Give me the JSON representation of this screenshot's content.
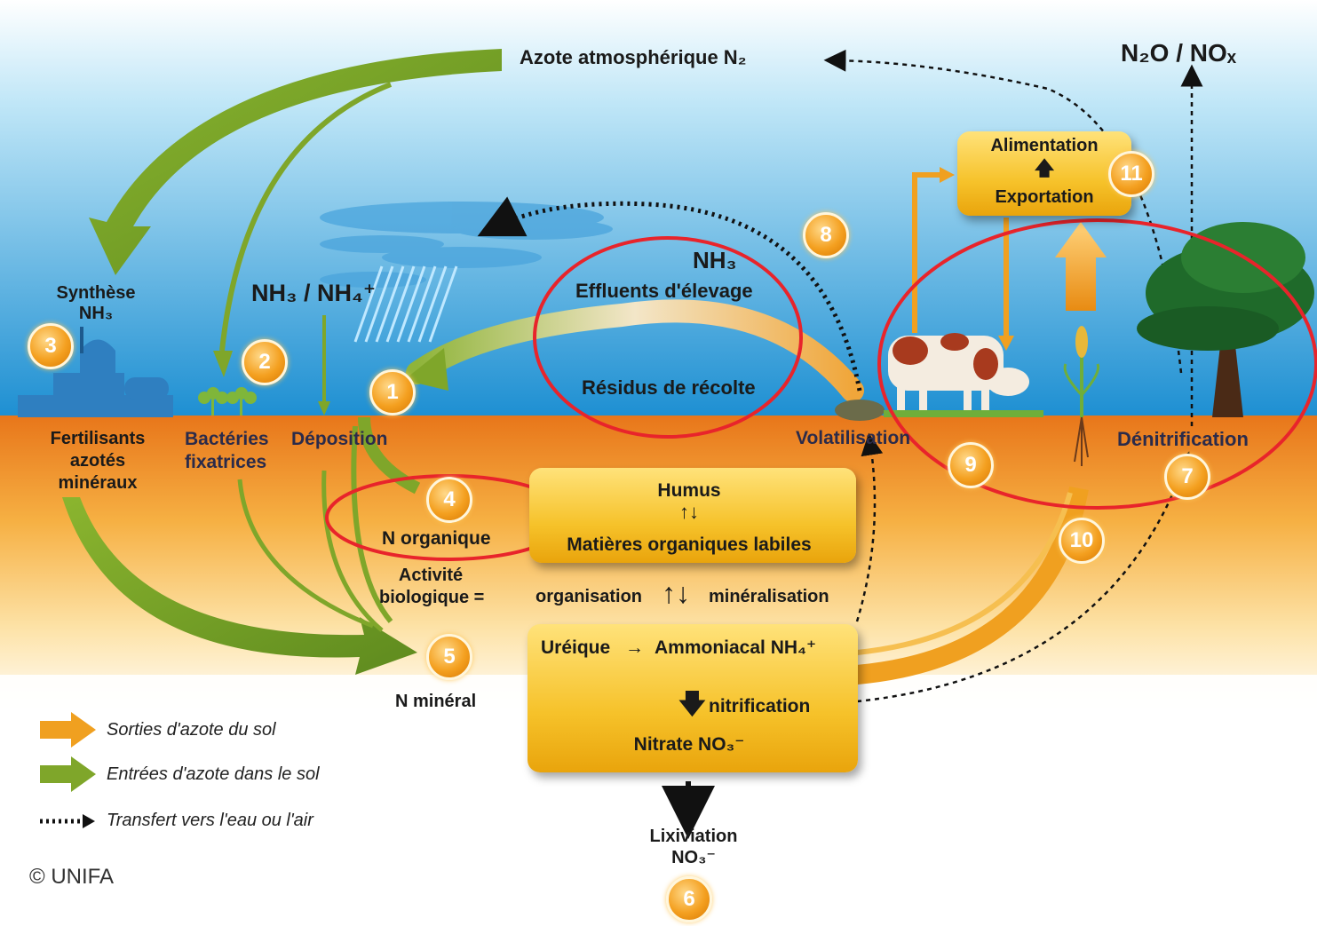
{
  "diagram": {
    "top": {
      "atmospheric_n2": "Azote atmosphérique N₂",
      "n2o_nox": "N₂O / NOₓ"
    },
    "labels": {
      "synthese": "Synthèse",
      "synthese_nh3": "NH₃",
      "nh3_nh4": "NH₃ / NH₄⁺",
      "nh3_top": "NH₃",
      "effluents": "Effluents d'élevage",
      "residus": "Résidus de récolte",
      "alimentation": "Alimentation",
      "exportation": "Exportation",
      "fertilisants_1": "Fertilisants",
      "fertilisants_2": "azotés",
      "fertilisants_3": "minéraux",
      "bacteries_1": "Bactéries",
      "bacteries_2": "fixatrices",
      "deposition": "Déposition",
      "volatilisation": "Volatilisation",
      "denitrification": "Dénitrification",
      "n_organique": "N organique",
      "humus": "Humus",
      "matieres": "Matières organiques labiles",
      "activite_1": "Activité",
      "activite_2": "biologique =",
      "organisation": "organisation",
      "mineralisation": "minéralisation",
      "ureique": "Uréique",
      "ammoniacal": "Ammoniacal NH₄⁺",
      "nitrification": "nitrification",
      "nitrate": "Nitrate NO₃⁻",
      "n_mineral": "N minéral",
      "lixiviation_1": "Lixiviation",
      "lixiviation_2": "NO₃⁻"
    },
    "numbers": [
      "1",
      "2",
      "3",
      "4",
      "5",
      "6",
      "7",
      "8",
      "9",
      "10",
      "11"
    ],
    "legend": {
      "sorties": "Sorties d'azote du sol",
      "entrees": "Entrées d'azote dans le sol",
      "transfert": "Transfert vers l'eau ou l'air"
    },
    "copyright": "© UNIFA",
    "colors": {
      "sky_top": "#ffffff",
      "sky_bottom": "#1e8fd0",
      "soil_top": "#e8761a",
      "soil_bottom": "#ffffff",
      "green_arrow": "#7fa62a",
      "orange_arrow": "#f0a020",
      "highlight_circle": "#e8242b"
    }
  }
}
